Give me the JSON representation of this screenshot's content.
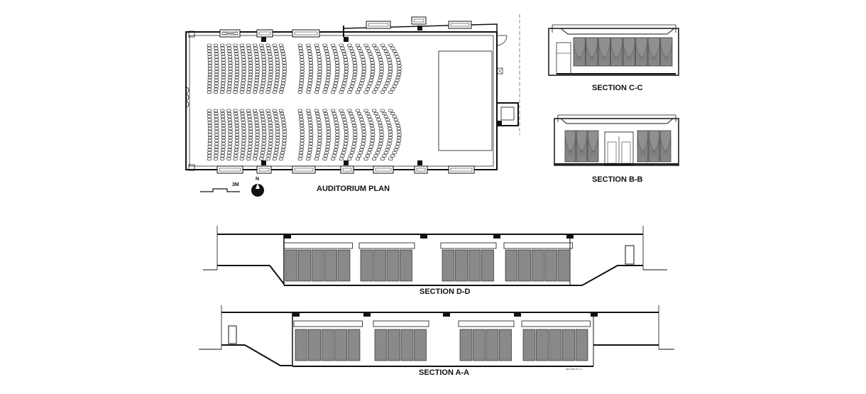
{
  "labels": {
    "plan": "AUDITORIUM PLAN",
    "section_cc": "SECTION C-C",
    "section_bb": "SECTION B-B",
    "section_dd": "SECTION D-D",
    "section_aa": "SECTION A-A",
    "scale": "3M",
    "north": "N",
    "fine_print": "SECTION AT 1:4"
  },
  "colors": {
    "line": "#111111",
    "panel": "#8f8f8f",
    "panel_dark": "#6d6d6d",
    "screen": "#ffffff"
  },
  "plan": {
    "rows_per_block": 12,
    "seats_per_row_column": 17
  }
}
